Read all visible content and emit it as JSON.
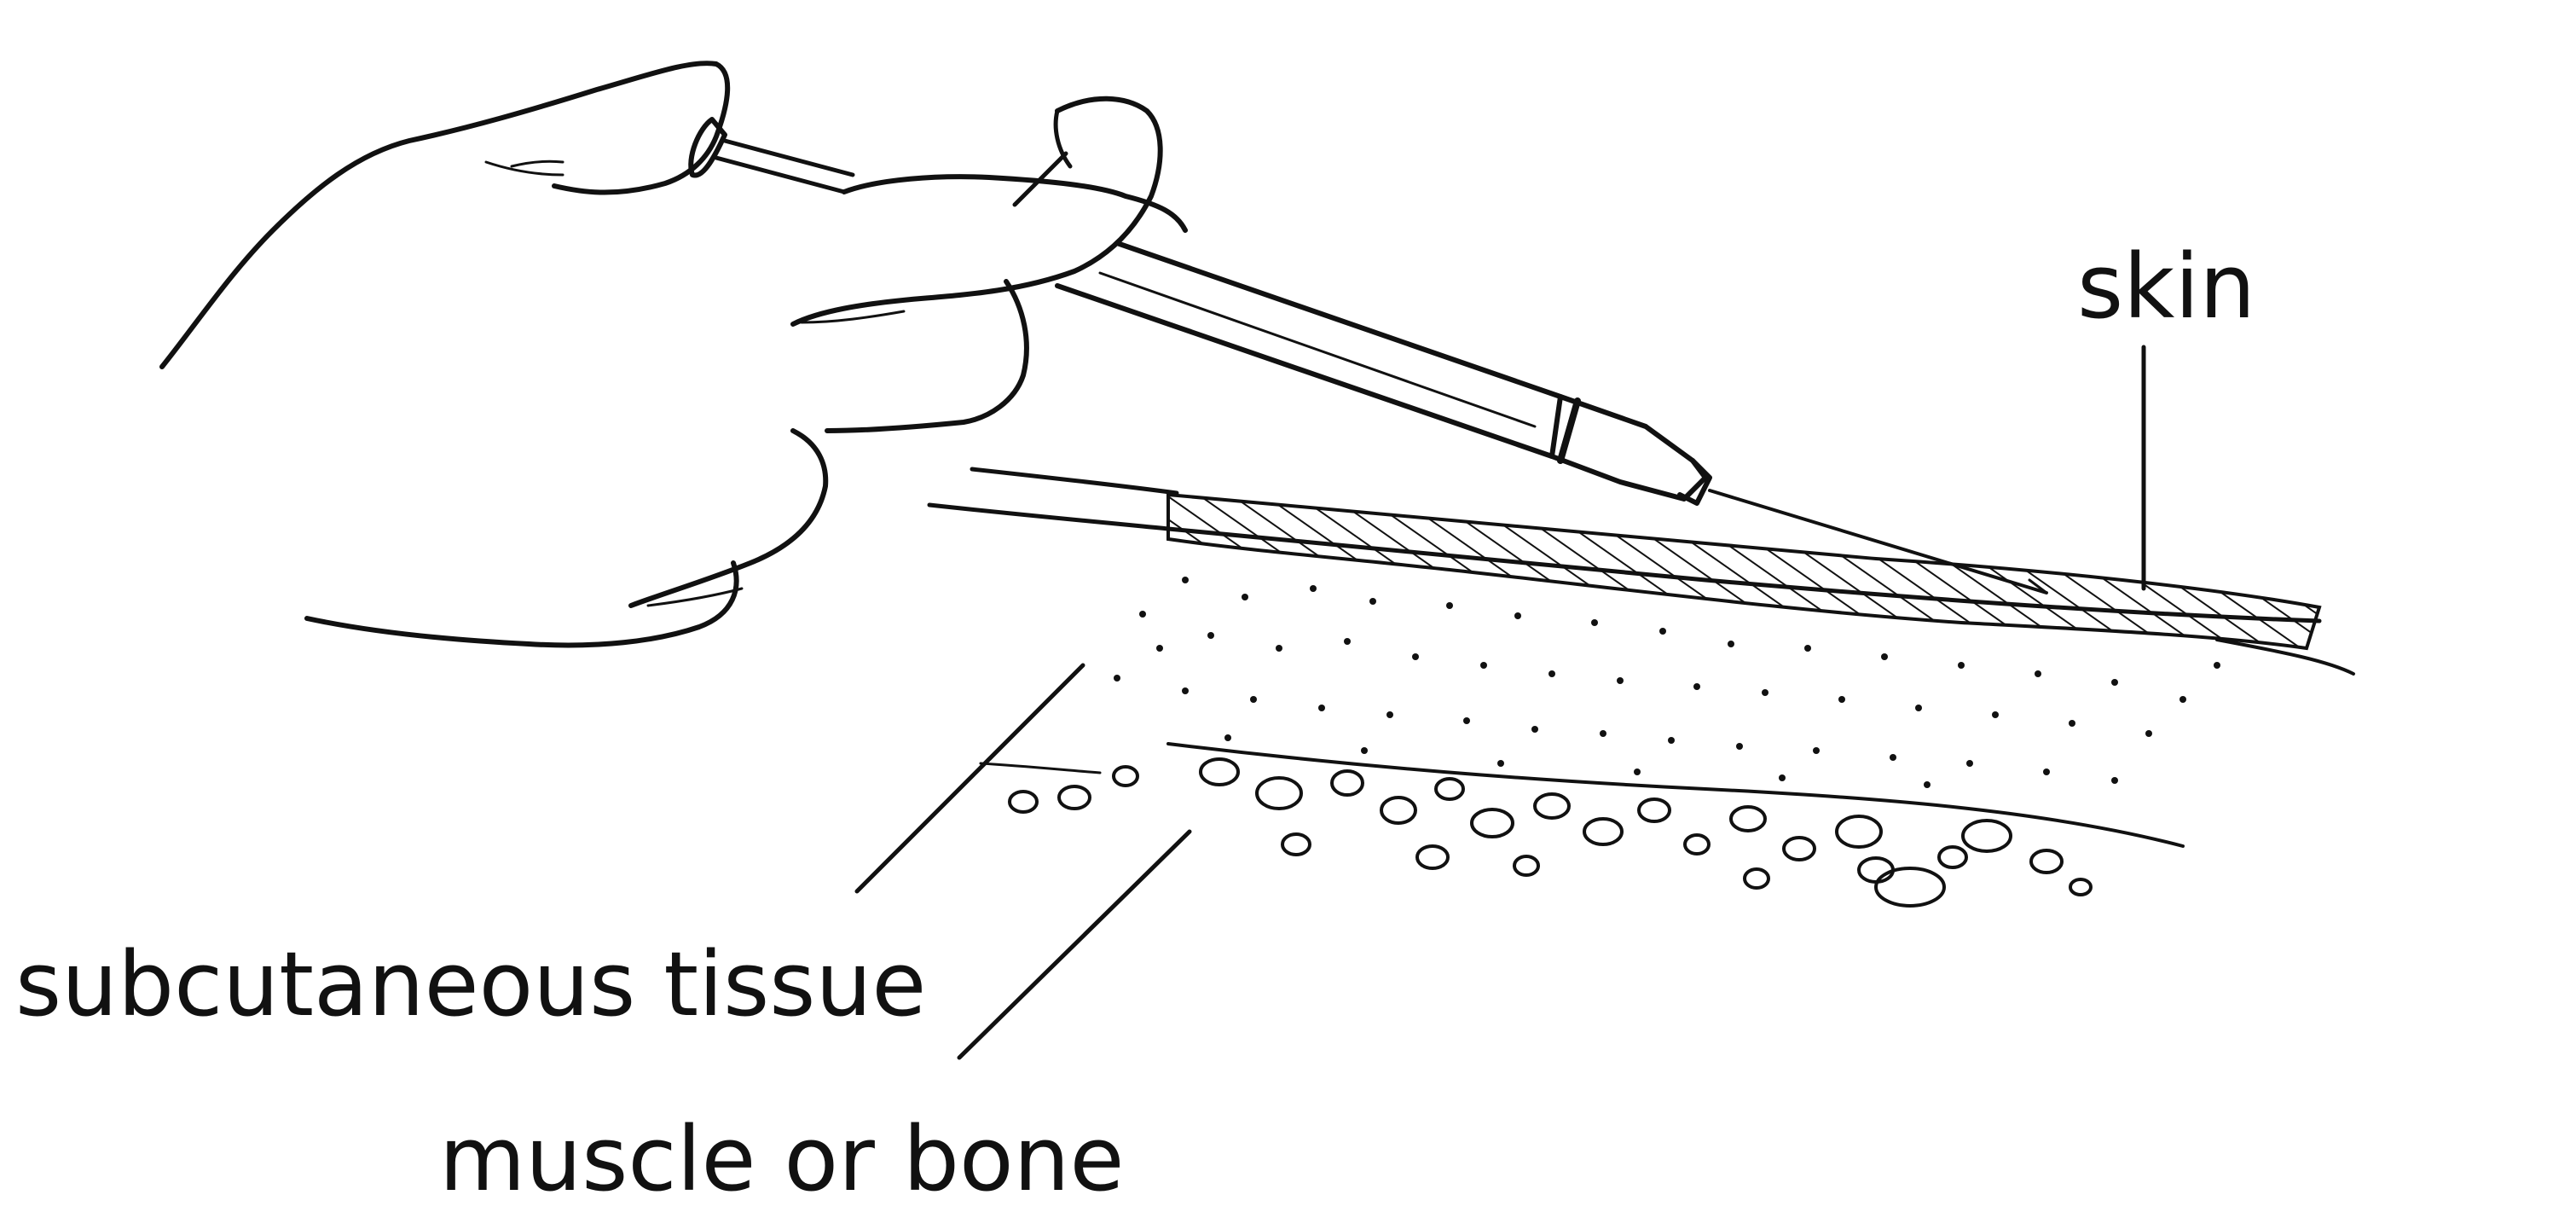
{
  "labels": {
    "skin": "skin",
    "subcutaneous_tissue": "subcutaneous tissue",
    "muscle_or_bone": "muscle or bone"
  },
  "colors": {
    "ink": "#111111",
    "background": "#ffffff"
  }
}
